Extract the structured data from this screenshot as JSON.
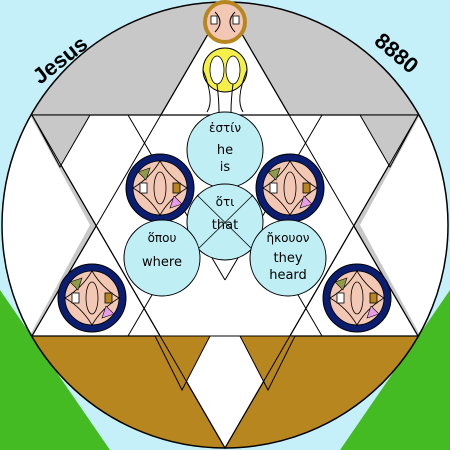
{
  "diagram": {
    "left_title": "Jesus",
    "right_number": "8880",
    "colors": {
      "sky": "#c6f0f9",
      "grass": "#44bb22",
      "ground_brown": "#b8861f",
      "panel_grey": "#c8c8c8",
      "circle_fill": "#bfeef5",
      "ring_navy": "#0a1d6e",
      "face_pink": "#f2c7b3",
      "yellow": "#f5ef4a",
      "lavender": "#e99de8",
      "olive": "#8f9a4b"
    },
    "words": [
      {
        "greek": "ἐστίν",
        "english_line1": "he",
        "english_line2": "is"
      },
      {
        "greek": "ὅτι",
        "english_line1": "that",
        "english_line2": ""
      },
      {
        "greek": "ὅπου",
        "english_line1": "where",
        "english_line2": ""
      },
      {
        "greek": "ἤκουον",
        "english_line1": "they",
        "english_line2": "heard"
      }
    ],
    "ornament_icons": [
      "wheel-ornament",
      "wheel-ornament",
      "wheel-ornament",
      "wheel-ornament",
      "wheel-ornament"
    ]
  }
}
